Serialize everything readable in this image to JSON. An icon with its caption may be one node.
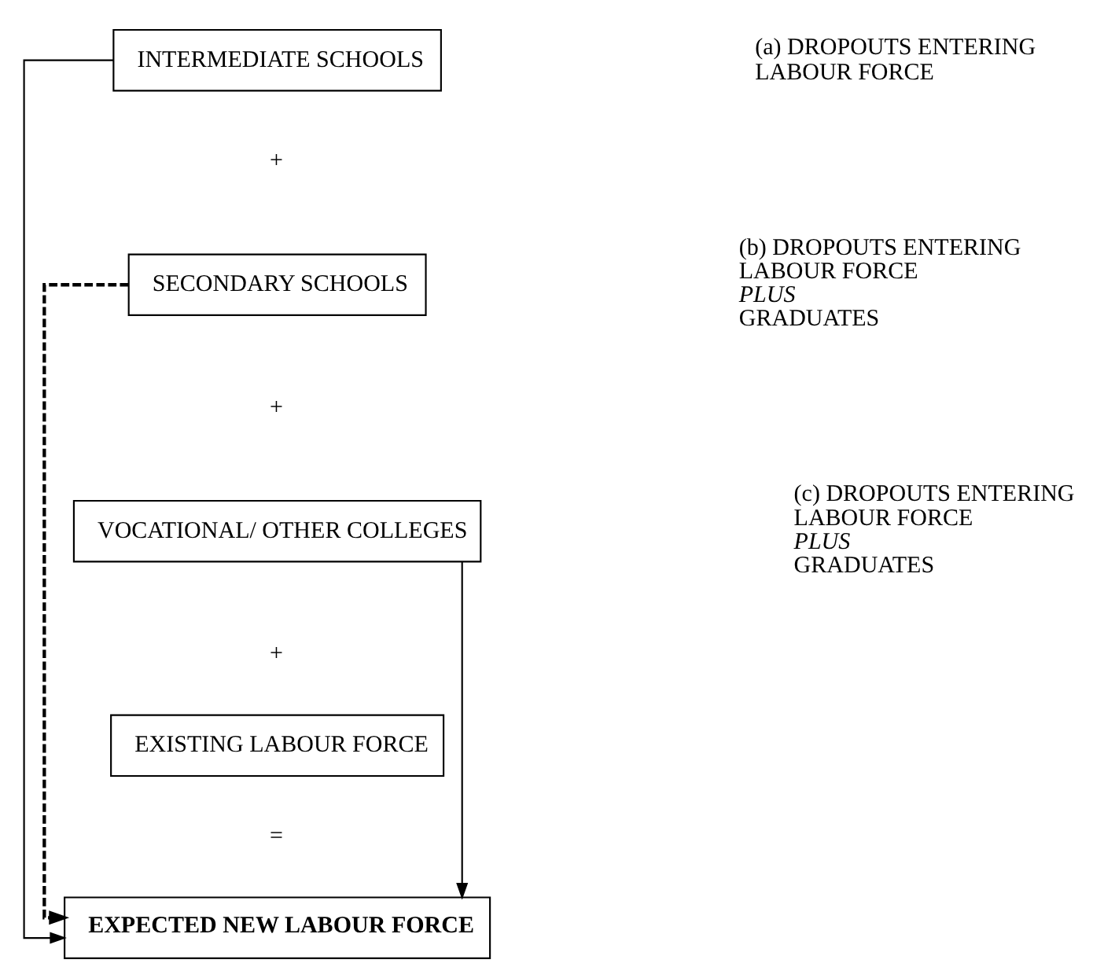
{
  "diagram": {
    "nodes": [
      {
        "text": [
          "INTERMEDIATE SCHOOLS"
        ]
      },
      {
        "text": [
          "SECONDARY SCHOOLS"
        ]
      },
      {
        "text": [
          "VOCATIONAL/ OTHER COLLEGES"
        ]
      },
      {
        "text": [
          "EXISTING LABOUR FORCE"
        ]
      },
      {
        "text": [
          "EXPECTED NEW LABOUR FORCE"
        ]
      }
    ],
    "edges": [
      {
        "from": 0,
        "to": 4,
        "arrow": "to"
      },
      {
        "from": 1,
        "to": 4,
        "arrow": "to",
        "style": "dashed"
      },
      {
        "from": 2,
        "to": 4,
        "arrow": "to"
      }
    ],
    "labels": [
      "+",
      "+",
      "+",
      "=",
      "(a) DROPOUTS ENTERING LABOUR FORCE",
      "(b) DROPOUTS ENTERING LABOUR FORCE *PLUS* GRADUATES",
      "(c) DROPOUTS ENTERING LABOUR FORCE *PLUS* GRADUATES"
    ]
  }
}
